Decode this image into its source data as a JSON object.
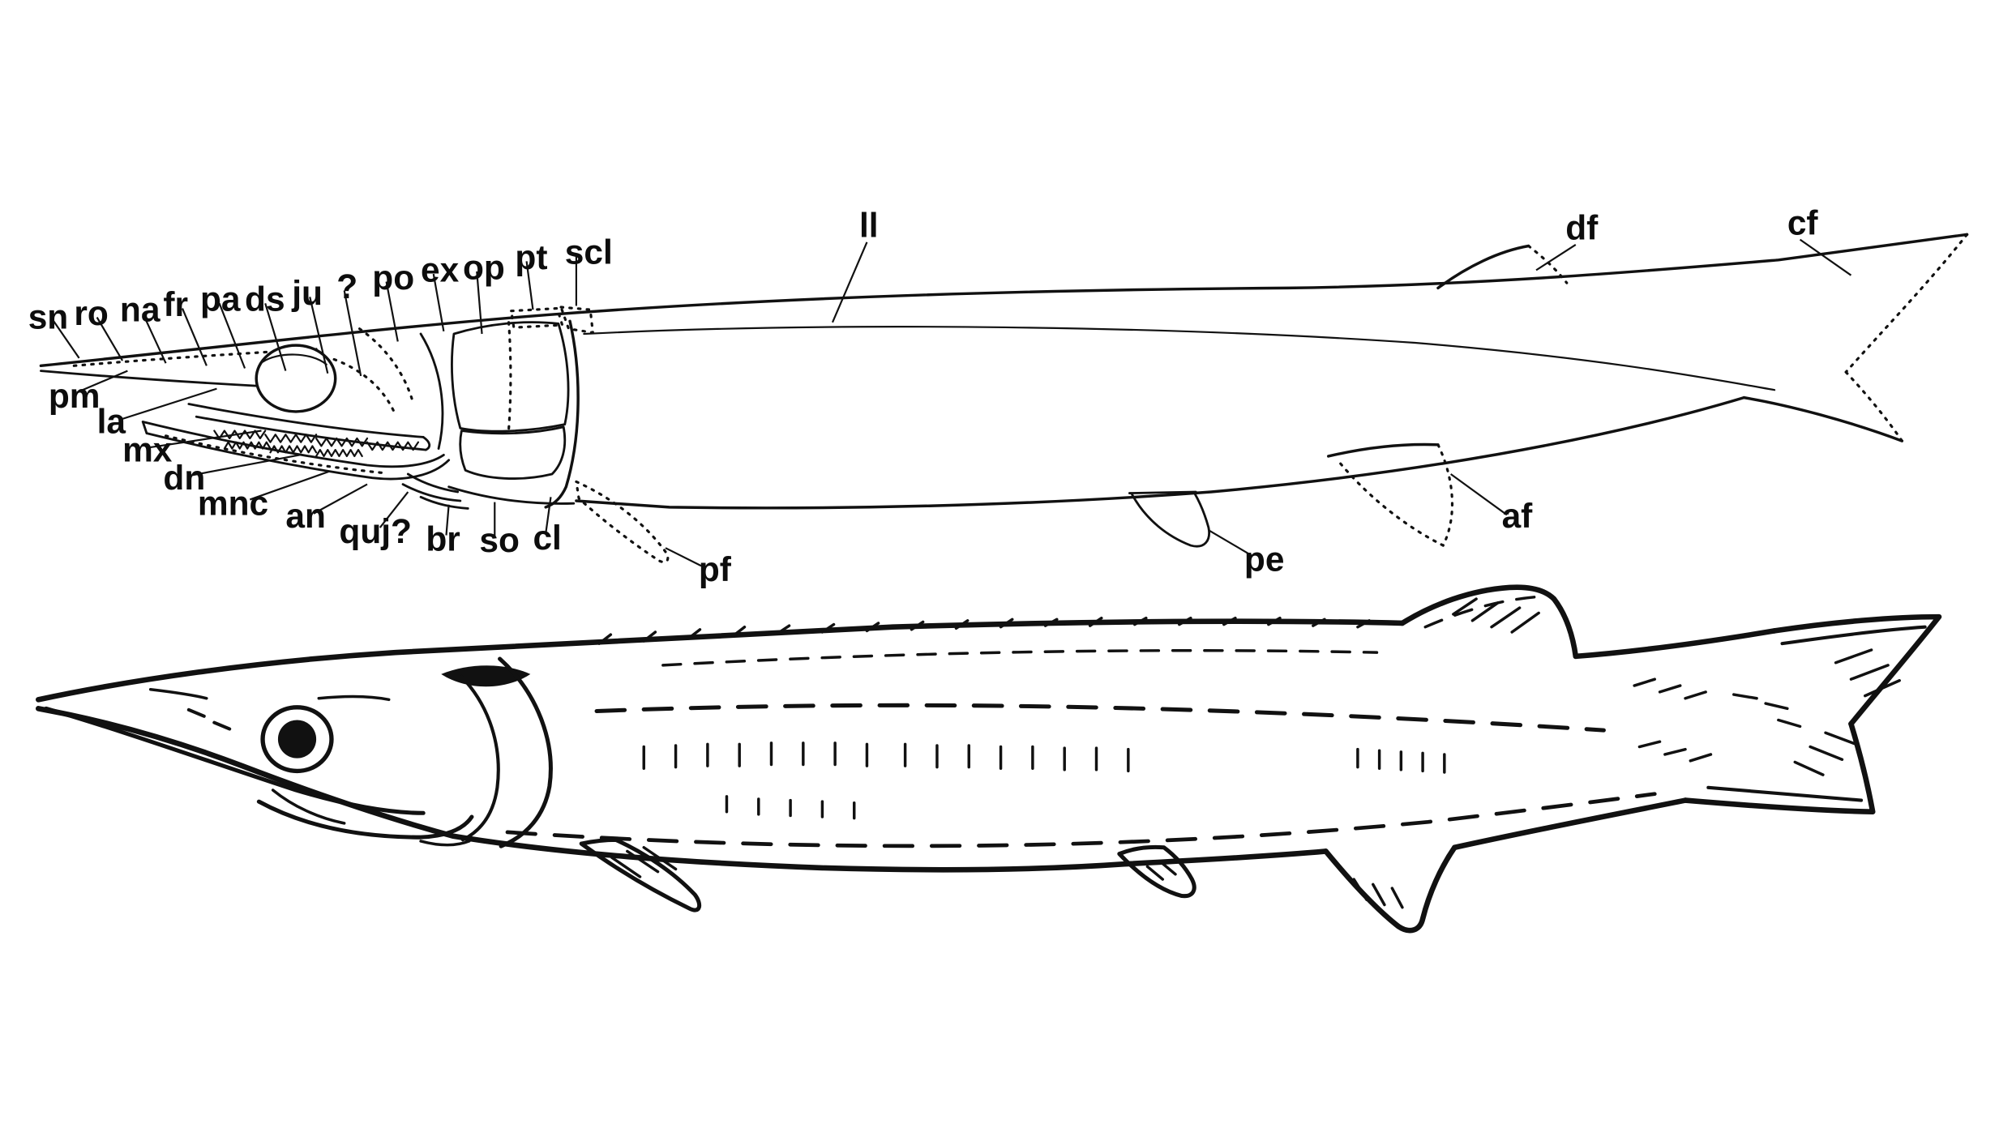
{
  "figure": {
    "type": "scientific line drawing of an elongate fossil fish",
    "panels": [
      "anatomical skeletal diagram (top)",
      "life reconstruction (bottom)"
    ]
  },
  "colors": {
    "ink": "#111111",
    "background": "#ffffff"
  },
  "diagram": {
    "labels": [
      {
        "id": "sn",
        "text": "sn"
      },
      {
        "id": "ro",
        "text": "ro"
      },
      {
        "id": "na",
        "text": "na"
      },
      {
        "id": "fr",
        "text": "fr"
      },
      {
        "id": "pa",
        "text": "pa"
      },
      {
        "id": "ds",
        "text": "ds"
      },
      {
        "id": "ju",
        "text": "ju"
      },
      {
        "id": "q",
        "text": "?"
      },
      {
        "id": "po",
        "text": "po"
      },
      {
        "id": "ex",
        "text": "ex"
      },
      {
        "id": "op",
        "text": "op"
      },
      {
        "id": "pt",
        "text": "pt"
      },
      {
        "id": "scl",
        "text": "scl"
      },
      {
        "id": "ll",
        "text": "ll"
      },
      {
        "id": "df",
        "text": "df"
      },
      {
        "id": "cf",
        "text": "cf"
      },
      {
        "id": "pm",
        "text": "pm"
      },
      {
        "id": "la",
        "text": "la"
      },
      {
        "id": "mx",
        "text": "mx"
      },
      {
        "id": "dn",
        "text": "dn"
      },
      {
        "id": "mnc",
        "text": "mnc"
      },
      {
        "id": "an",
        "text": "an"
      },
      {
        "id": "quj",
        "text": "quj?"
      },
      {
        "id": "br",
        "text": "br"
      },
      {
        "id": "so",
        "text": "so"
      },
      {
        "id": "cl",
        "text": "cl"
      },
      {
        "id": "pf",
        "text": "pf"
      },
      {
        "id": "pe",
        "text": "pe"
      },
      {
        "id": "af",
        "text": "af"
      }
    ]
  }
}
